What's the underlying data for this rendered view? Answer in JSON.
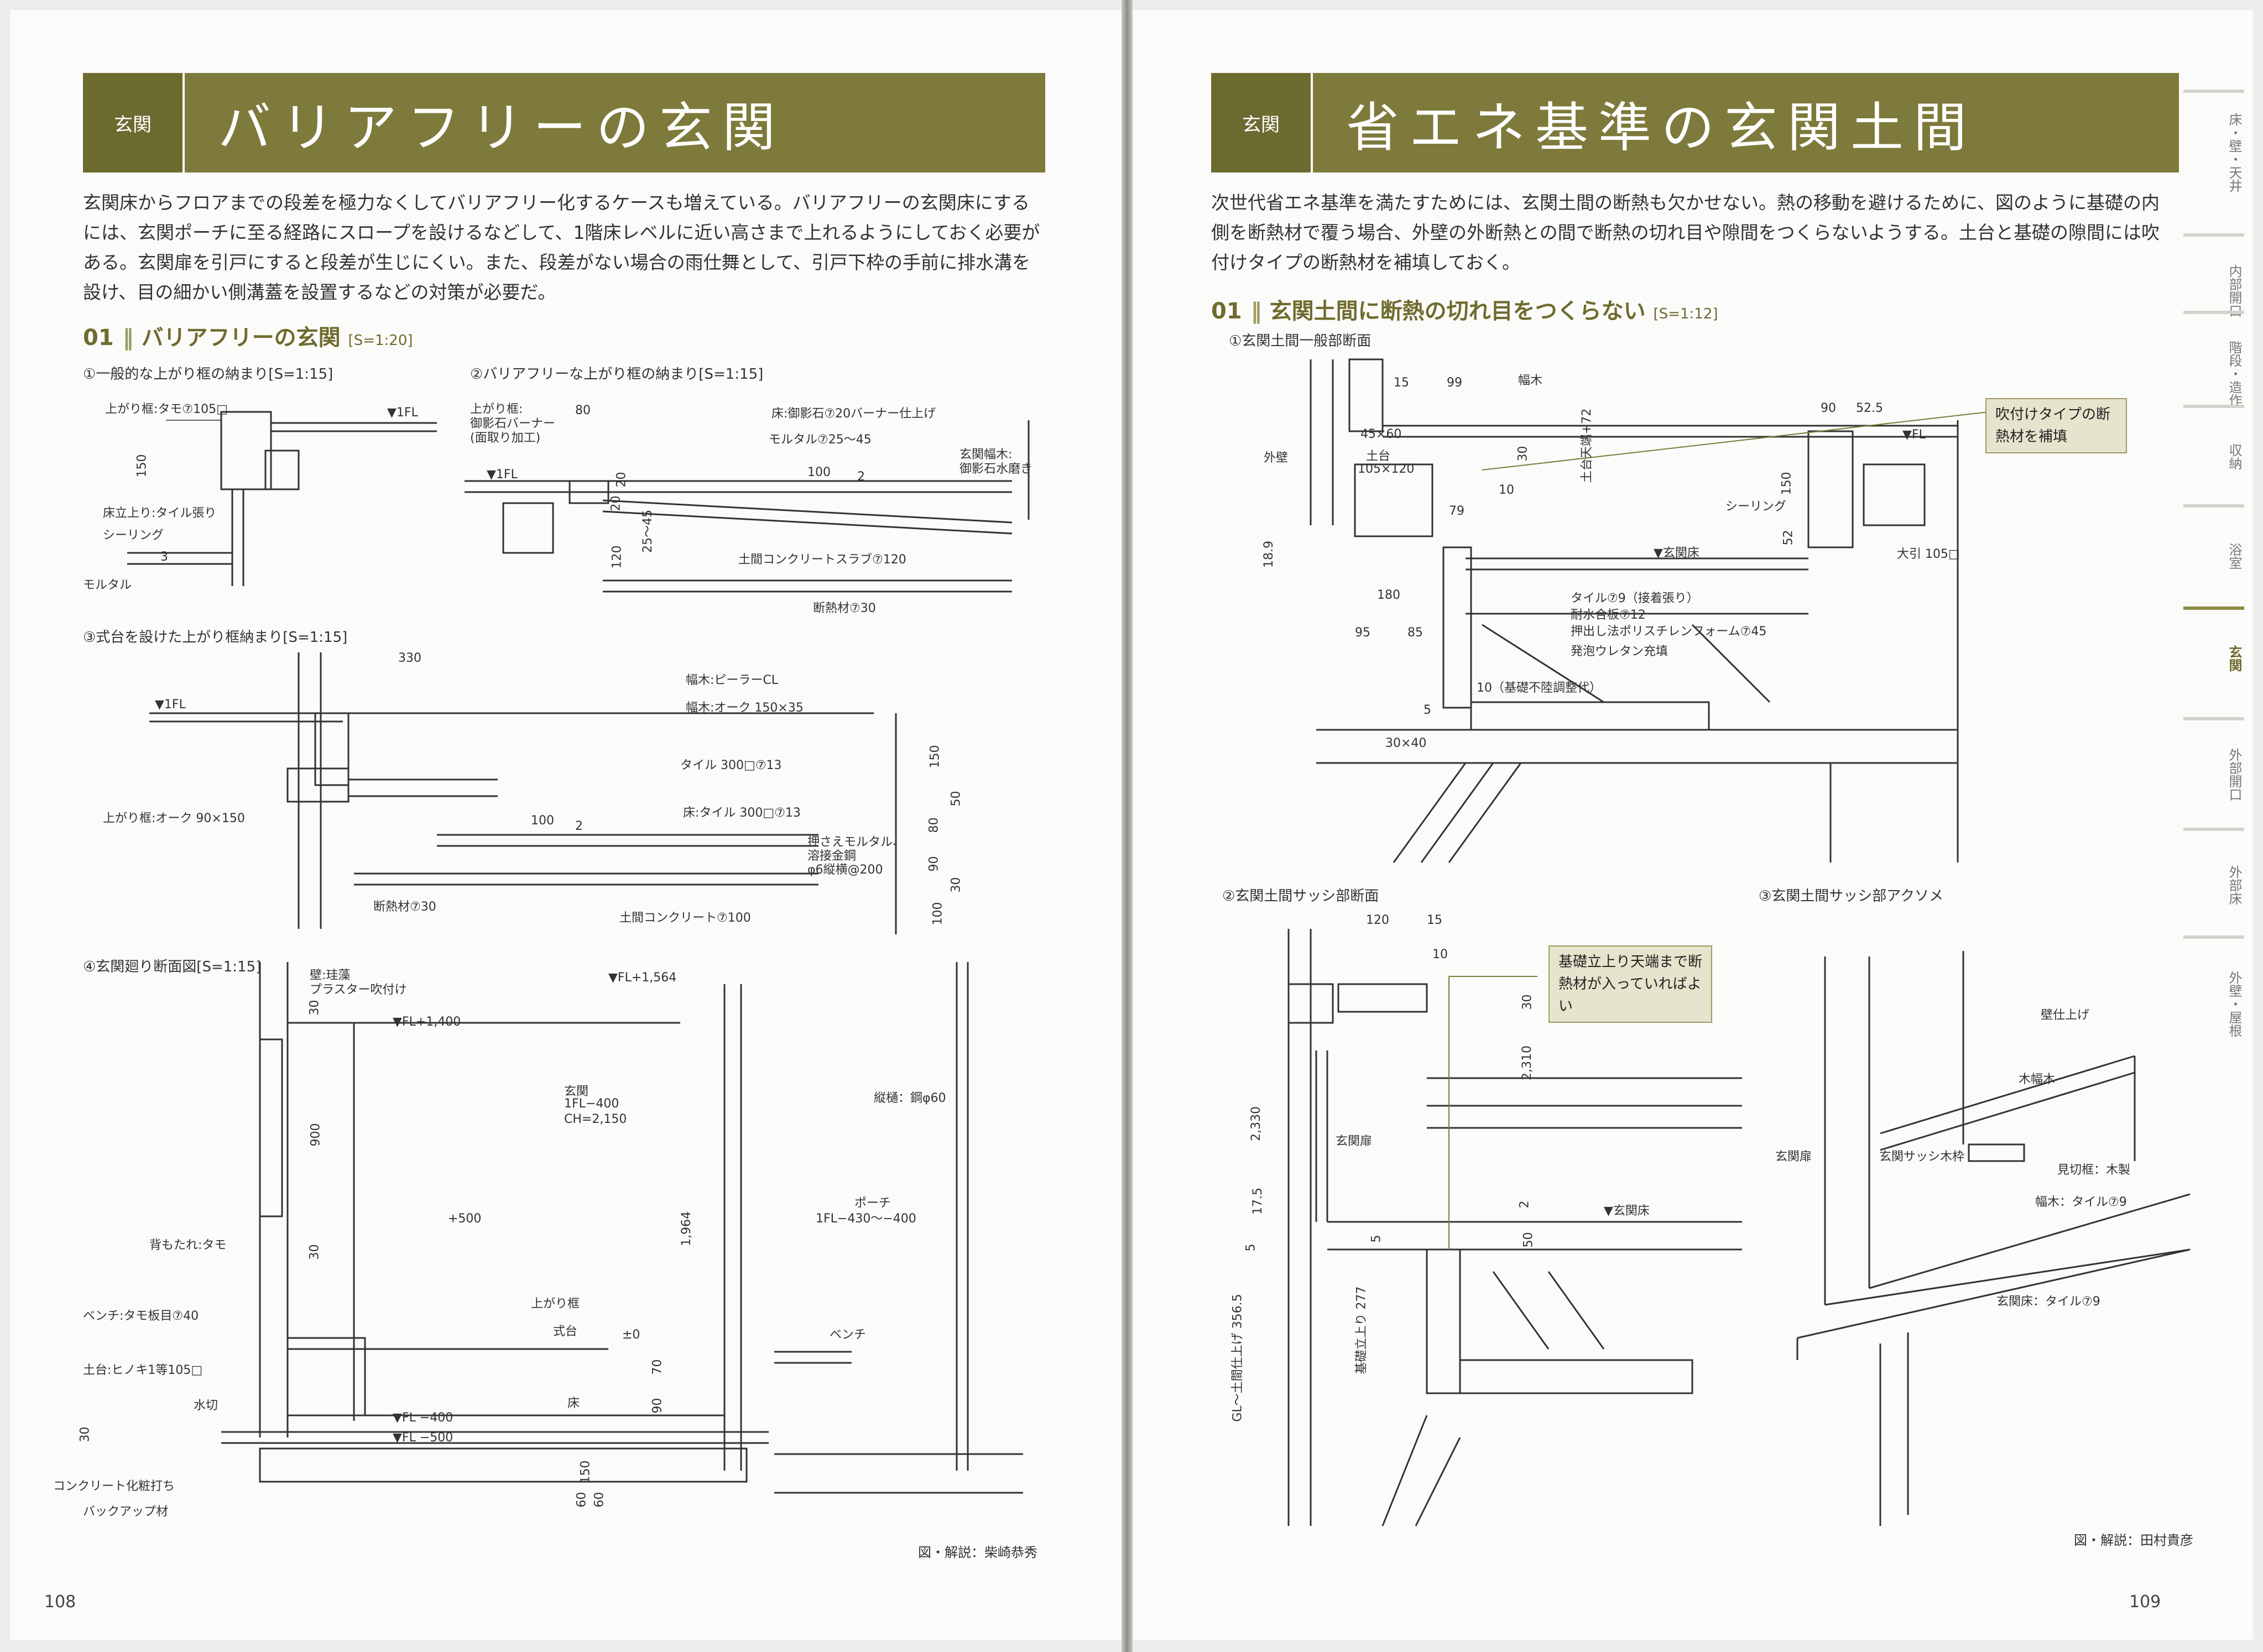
{
  "left": {
    "tag": "玄関",
    "title": "バリアフリーの玄関",
    "intro": "玄関床からフロアまでの段差を極力なくしてバリアフリー化するケースも増えている。バリアフリーの玄関床にするには、玄関ポーチに至る経路にスロープを設けるなどして、1階床レベルに近い高さまで上れるようにしておく必要がある。玄関扉を引戸にすると段差が生じにくい。また、段差がない場合の雨仕舞として、引戸下枠の手前に排水溝を設け、目の細かい側溝蓋を設置するなどの対策が必要だ。",
    "section_num": "01",
    "section_title": "バリアフリーの玄関",
    "section_scale": "[S=1:20]",
    "fig1_caption": "①一般的な上がり框の納まり[S=1:15]",
    "fig1_labels": [
      "上がり框:タモ⑦105□",
      "150",
      "床立上り:タイル張り",
      "シーリング",
      "3",
      "モルタル",
      "▼1FL"
    ],
    "fig2_caption": "②バリアフリーな上がり框の納まり[S=1:15]",
    "fig2_labels": [
      "上がり框:",
      "御影石バーナー",
      "(面取り加工)",
      "80",
      "床:御影石⑦20バーナー仕上げ",
      "モルタル⑦25～45",
      "玄関幅木:",
      "御影石水磨き",
      "100",
      "2",
      "▼1FL",
      "20",
      "20",
      "25～45",
      "120",
      "土間コンクリートスラブ⑦120",
      "断熱材⑦30"
    ],
    "fig3_caption": "③式台を設けた上がり框納まり[S=1:15]",
    "fig3_labels": [
      "330",
      "幅木:ピーラーCL",
      "幅木:オーク 150×35",
      "▼1FL",
      "タイル 300□⑦13",
      "上がり框:オーク 90×150",
      "100",
      "2",
      "床:タイル 300□⑦13",
      "押さえモルタル、",
      "溶接金鋼",
      "φ6縦横@200",
      "断熱材⑦30",
      "土間コンクリート⑦100",
      "150",
      "50",
      "80",
      "90",
      "30",
      "100"
    ],
    "fig4_caption": "④玄関廻り断面図[S=1:15]",
    "fig4_labels": [
      "壁:珪藻",
      "プラスター吹付け",
      "▼FL+1,564",
      "30",
      "▼FL+1,400",
      "玄関",
      "1FL−400",
      "CH=2,150",
      "縦樋：鋼φ60",
      "900",
      "ポーチ",
      "1FL−430～−400",
      "+500",
      "30",
      "1,964",
      "背もたれ:タモ",
      "ベンチ:タモ板目⑦40",
      "上がり框",
      "式台",
      "±0",
      "ベンチ",
      "土台:ヒノキ1等105□",
      "70",
      "床",
      "水切",
      "90",
      "▼FL −400",
      "▼FL −500",
      "30",
      "150",
      "コンクリート化粧打ち",
      "60",
      "バックアップ材",
      "60"
    ],
    "credit": "図・解説：柴崎恭秀",
    "page_number": "108"
  },
  "right": {
    "tag": "玄関",
    "title": "省エネ基準の玄関土間",
    "intro": "次世代省エネ基準を満たすためには、玄関土間の断熱も欠かせない。熱の移動を避けるために、図のように基礎の内側を断熱材で覆う場合、外壁の外断熱との間で断熱の切れ目や隙間をつくらないようする。土台と基礎の隙間には吹付けタイプの断熱材を補填しておく。",
    "section_num": "01",
    "section_title": "玄関土間に断熱の切れ目をつくらない",
    "section_scale": "[S=1:12]",
    "fig1_caption": "①玄関土間一般部断面",
    "fig1_note": "吹付けタイプの断熱材を補填",
    "fig1_labels": [
      "15",
      "99",
      "幅木",
      "外壁",
      "45×60",
      "土台",
      "105×120",
      "30",
      "10",
      "79",
      "土台天端+72",
      "90",
      "52.5",
      "▼FL",
      "150",
      "シーリング",
      "52",
      "▼玄関床",
      "大引 105□",
      "18.9",
      "180",
      "95",
      "85",
      "タイル⑦9（接着張り）",
      "耐水合板⑦12",
      "押出し法ポリスチレンフォーム⑦45",
      "発泡ウレタン充填",
      "10（基礎不陸調整代）",
      "5",
      "30×40"
    ],
    "fig2_caption": "②玄関土間サッシ部断面",
    "fig2_note": "基礎立上り天端まで断熱材が入っていればよい",
    "fig2_labels": [
      "120",
      "15",
      "10",
      "30",
      "2,310",
      "2,330",
      "玄関扉",
      "17.5",
      "2",
      "▼玄関床",
      "50",
      "5",
      "5",
      "GL～土間仕上げ 356.5",
      "基礎立上り 277"
    ],
    "fig3_caption": "③玄関土間サッシ部アクソメ",
    "fig3_labels": [
      "壁仕上げ",
      "木幅木",
      "玄関扉",
      "玄関サッシ木枠",
      "見切框：木製",
      "幅木：タイル⑦9",
      "玄関床：タイル⑦9"
    ],
    "credit": "図・解説：田村貴彦",
    "page_number": "109",
    "side_tabs": [
      "床・壁・天井",
      "内部開口",
      "階段・造作",
      "収納",
      "浴室",
      "玄関",
      "外部開口",
      "外部床",
      "外壁・屋根"
    ]
  }
}
